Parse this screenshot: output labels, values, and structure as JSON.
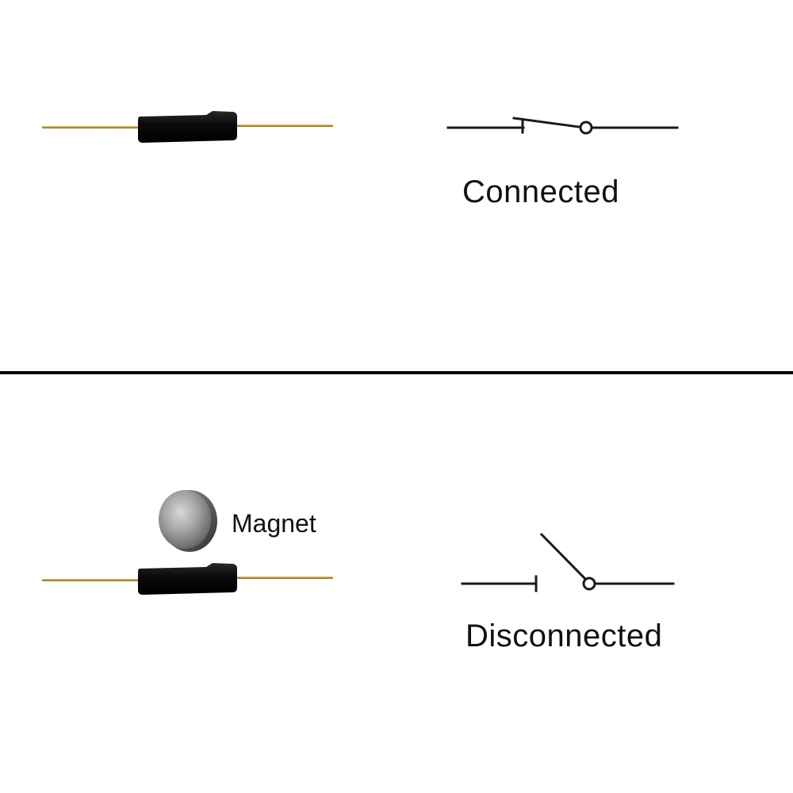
{
  "panels": [
    {
      "id": "top",
      "state_label": "Connected",
      "symbol": "closed-switch"
    },
    {
      "id": "bottom",
      "state_label": "Disconnected",
      "symbol": "open-switch",
      "magnet_label": "Magnet"
    }
  ],
  "colors": {
    "reed_body": "#0d0d0d",
    "lead_wire": "#c8a24a",
    "line": "#1a1a1a",
    "background": "#ffffff"
  }
}
